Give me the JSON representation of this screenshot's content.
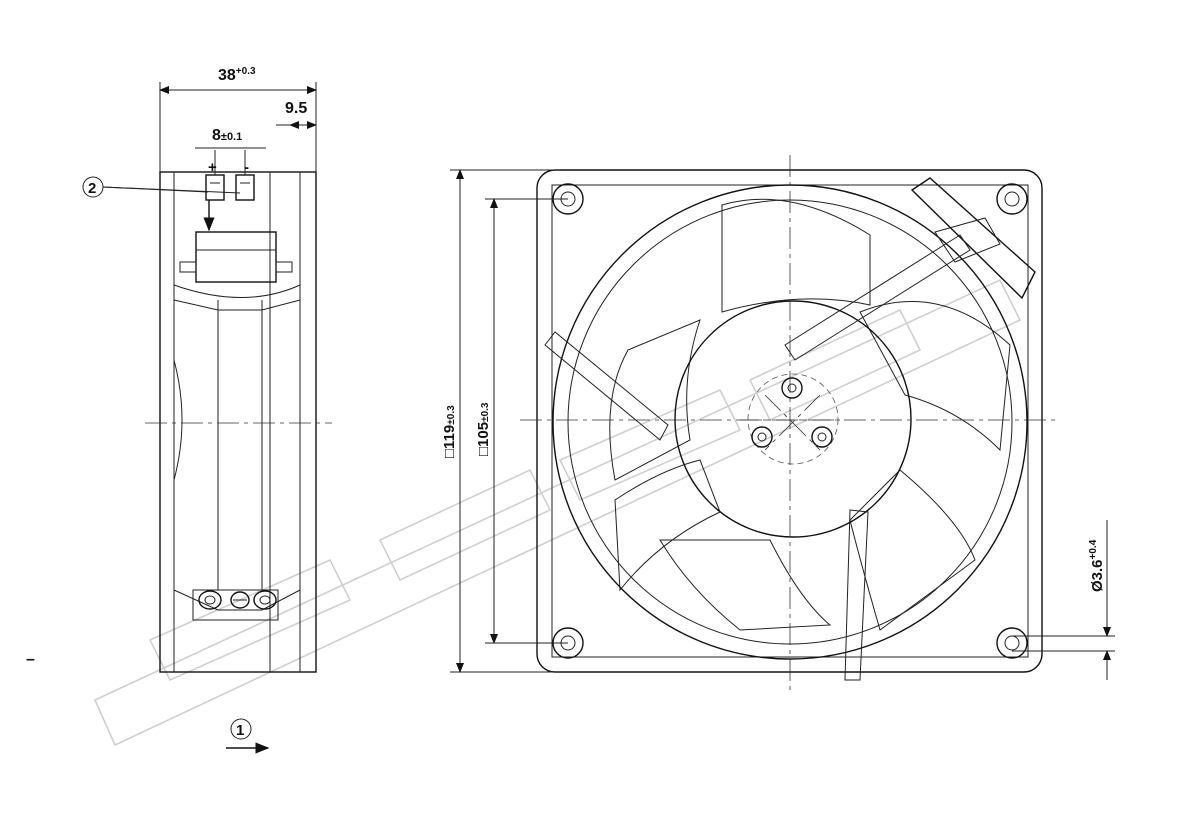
{
  "dimensions": {
    "depth": {
      "value": "38",
      "tolerance": "+0.3"
    },
    "edge_offset": {
      "value": "9.5"
    },
    "pin_pitch": {
      "value": "8",
      "tolerance": "±0.1"
    },
    "outer_square": {
      "prefix": "□",
      "value": "119",
      "tolerance": "±0.3"
    },
    "hole_pitch": {
      "prefix": "□",
      "value": "105",
      "tolerance": "±0.3"
    },
    "hole_diameter": {
      "prefix": "Ø",
      "value": "3.6",
      "tolerance": "+0.4"
    }
  },
  "terminals": {
    "plus": "+",
    "minus": "-"
  },
  "callouts": {
    "terminals_ref": "2",
    "airflow_ref": "1"
  },
  "stray_mark": "–"
}
